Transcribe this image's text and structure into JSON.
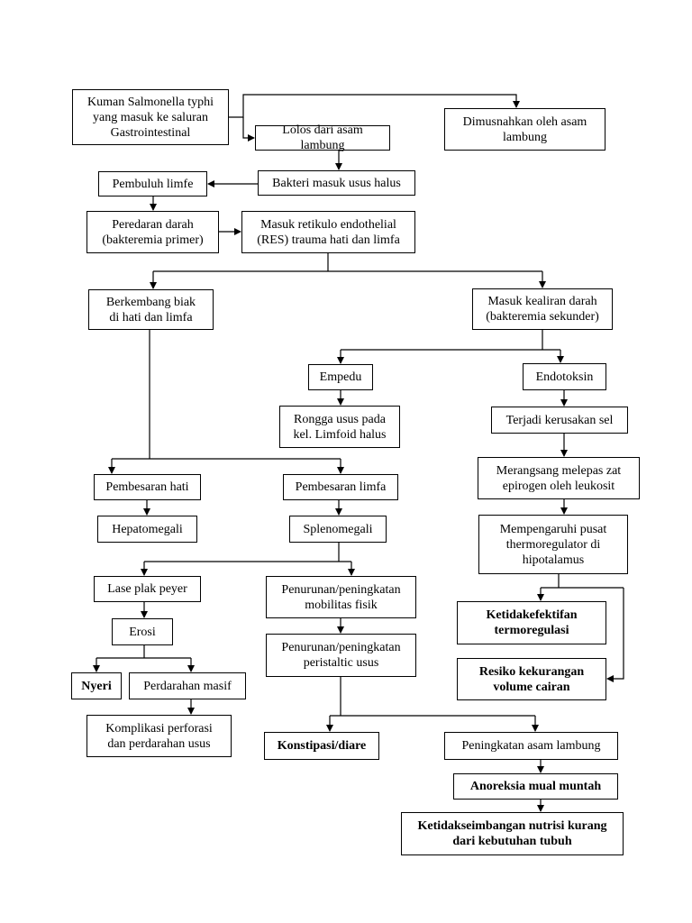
{
  "nodes": {
    "salmonella": "Kuman Salmonella typhi\nyang masuk ke saluran\nGastrointestinal",
    "dimusnahkan": "Dimusnahkan oleh asam\nlambung",
    "lolos": "Lolos dari asam lambung",
    "bakteri_halus": "Bakteri masuk usus halus",
    "pembuluh": "Pembuluh limfe",
    "peredaran": "Peredaran darah\n(bakteremia primer)",
    "res": "Masuk retikulo endothelial\n(RES) trauma hati dan limfa",
    "berkembang": "Berkembang biak\ndi hati dan limfa",
    "masuk_darah": "Masuk kealiran darah\n(bakteremia sekunder)",
    "empedu": "Empedu",
    "endotoksin": "Endotoksin",
    "rongga": "Rongga usus pada\nkel. Limfoid halus",
    "kerusakan": "Terjadi kerusakan sel",
    "merangsang": "Merangsang melepas zat\nepirogen oleh leukosit",
    "pemb_hati": "Pembesaran hati",
    "pemb_limfa": "Pembesaran limfa",
    "hepato": "Hepatomegali",
    "spleno": "Splenomegali",
    "pusat": "Mempengaruhi pusat\nthermoregulator di\nhipotalamus",
    "lase": "Lase plak peyer",
    "penurunan_fisik": "Penurunan/peningkatan\nmobilitas fisik",
    "termo": "Ketidakefektifan\ntermoregulasi",
    "erosi": "Erosi",
    "penurunan_peristaltic": "Penurunan/peningkatan\nperistaltic usus",
    "volume": "Resiko kekurangan\nvolume cairan",
    "nyeri": "Nyeri",
    "perdarahan": "Perdarahan masif",
    "komplikasi": "Komplikasi perforasi\ndan perdarahan usus",
    "konstipasi": "Konstipasi/diare",
    "asam": "Peningkatan asam lambung",
    "anoreksia": "Anoreksia mual muntah",
    "nutrisi": "Ketidakseimbangan nutrisi kurang\ndari kebutuhan tubuh"
  }
}
